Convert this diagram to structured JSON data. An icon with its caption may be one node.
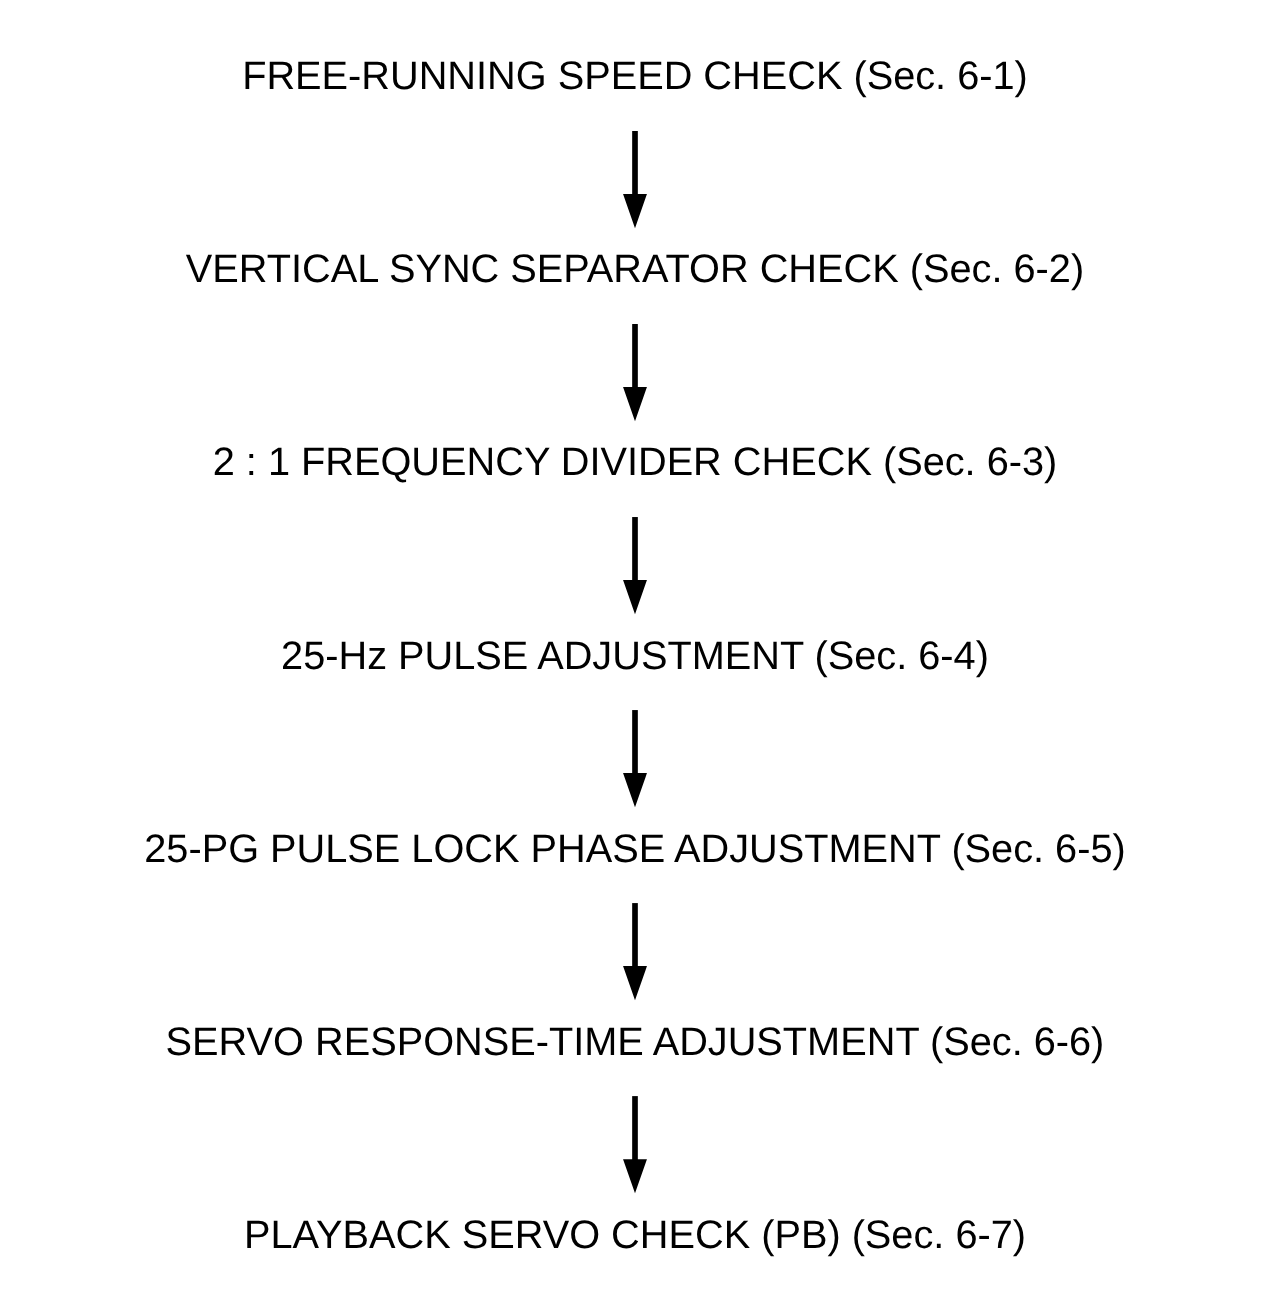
{
  "diagram": {
    "nodes": [
      {
        "text": [
          "FREE-RUNNING SPEED CHECK (Sec. 6-1)"
        ]
      },
      {
        "text": [
          "VERTICAL SYNC SEPARATOR CHECK (Sec. 6-2)"
        ]
      },
      {
        "text": [
          "2 : 1 FREQUENCY DIVIDER CHECK (Sec. 6-3)"
        ]
      },
      {
        "text": [
          "25-Hz PULSE ADJUSTMENT (Sec. 6-4)"
        ]
      },
      {
        "text": [
          "25-PG PULSE LOCK PHASE ADJUSTMENT (Sec. 6-5)"
        ]
      },
      {
        "text": [
          "SERVO RESPONSE-TIME ADJUSTMENT (Sec. 6-6)"
        ]
      },
      {
        "text": [
          "PLAYBACK SERVO CHECK (PB) (Sec. 6-7)"
        ]
      }
    ],
    "edges": [
      {
        "from": 0,
        "to": 1,
        "arrow": "to"
      },
      {
        "from": 1,
        "to": 2,
        "arrow": "to"
      },
      {
        "from": 2,
        "to": 3,
        "arrow": "to"
      },
      {
        "from": 3,
        "to": 4,
        "arrow": "to"
      },
      {
        "from": 4,
        "to": 5,
        "arrow": "to"
      },
      {
        "from": 5,
        "to": 6,
        "arrow": "to"
      }
    ]
  }
}
